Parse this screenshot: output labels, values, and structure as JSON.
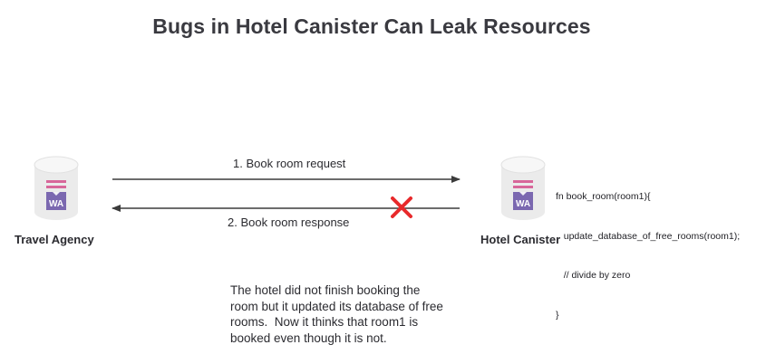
{
  "title": "Bugs in Hotel Canister Can Leak Resources",
  "nodes": {
    "travel_agency": {
      "label": "Travel Agency",
      "badge": "WA"
    },
    "hotel_canister": {
      "label": "Hotel Canister",
      "badge": "WA"
    }
  },
  "arrows": {
    "request": {
      "label": "1. Book room request"
    },
    "response": {
      "label": "2. Book room response",
      "failed": true
    }
  },
  "code_lines": [
    "fn book_room(room1){",
    "   update_database_of_free_rooms(room1);",
    "   // divide by zero",
    "}"
  ],
  "note_lines": [
    "The hotel did not finish booking the",
    "room but it updated its database of free",
    "rooms.  Now it thinks that room1 is",
    "booked even though it is not."
  ],
  "colors": {
    "canister_body": "#ebebeb",
    "canister_top": "#f7f7f7",
    "badge_purple": "#7b68b0",
    "badge_stripe": "#d8679a",
    "arrow": "#3c3c3c",
    "fail_mark": "#e8292b"
  }
}
